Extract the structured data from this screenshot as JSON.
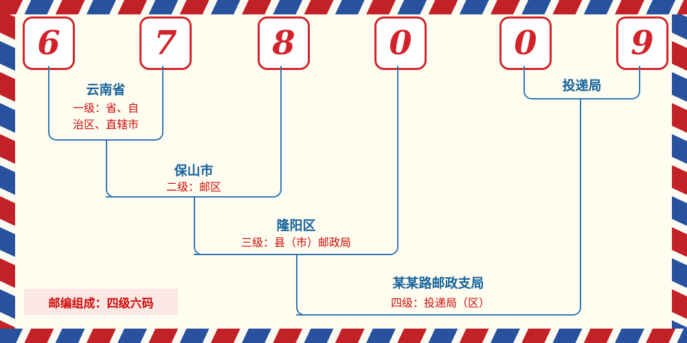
{
  "postal_code": {
    "digits": [
      "6",
      "7",
      "8",
      "0",
      "0",
      "9"
    ]
  },
  "levels": {
    "level1": {
      "place": "云南省",
      "desc_line1": "一级：省、自",
      "desc_line2": "治区、直辖市"
    },
    "level2": {
      "place": "保山市",
      "desc": "二级：邮区"
    },
    "level3": {
      "place": "隆阳区",
      "desc": "三级：县（市）邮政局"
    },
    "level4": {
      "place": "某某路邮政支局",
      "desc": "四级：投递局（区）"
    },
    "delivery_office": {
      "label": "投递局"
    }
  },
  "footer": {
    "composition_note": "邮编组成：四级六码"
  },
  "colors": {
    "digit_red": "#d2232a",
    "line_blue": "#2e79b9",
    "label_blue": "#14639c",
    "text_red": "#cf0a0a",
    "stripe_red": "#c32128",
    "stripe_blue": "#28519e",
    "background": "#fffdf0",
    "note_background": "#fbe7e3"
  }
}
